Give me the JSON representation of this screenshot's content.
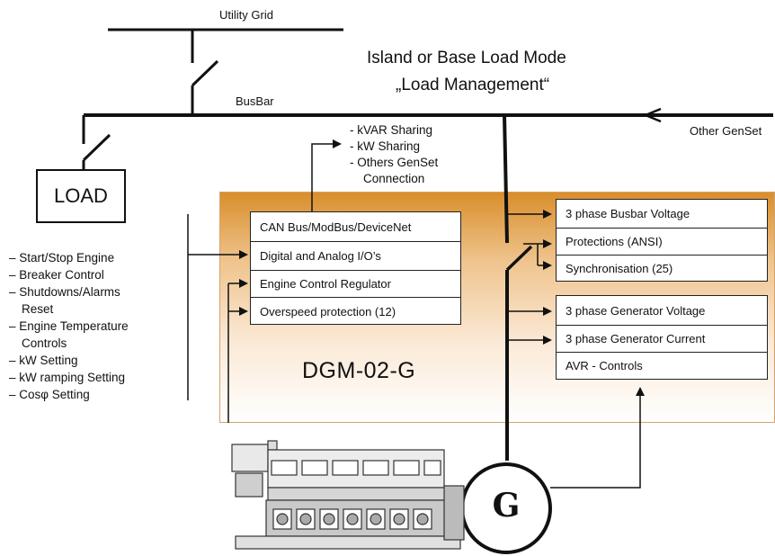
{
  "labels": {
    "utility_grid": "Utility Grid",
    "busbar": "BusBar",
    "mode_title_line1": "Island or Base Load Mode",
    "mode_title_line2": "„Load Management“",
    "other_genset": "Other GenSet",
    "load": "LOAD",
    "controller_name": "DGM-02-G",
    "generator": "G"
  },
  "sharing_list": [
    "- kVAR Sharing",
    "- kW  Sharing",
    "- Others GenSet",
    "  Connection"
  ],
  "control_list": [
    "– Start/Stop Engine",
    "– Breaker Control",
    "– Shutdowns/Alarms",
    "   Reset",
    "– Engine Temperature",
    "   Controls",
    "– kW Setting",
    "– kW ramping Setting",
    "– Cosφ Setting"
  ],
  "interface_box": [
    "CAN Bus/ModBus/DeviceNet",
    "Digital and Analog I/O’s",
    "Engine Control Regulator",
    "Overspeed protection (12)"
  ],
  "busbar_box": [
    "3 phase Busbar Voltage",
    "Protections (ANSI)",
    "Synchronisation (25)"
  ],
  "generator_box": [
    "3 phase Generator Voltage",
    "3 phase Generator Current",
    "AVR - Controls"
  ],
  "colors": {
    "panel_top": "#d98e2c",
    "panel_bottom": "#ffffff",
    "line": "#111111"
  }
}
